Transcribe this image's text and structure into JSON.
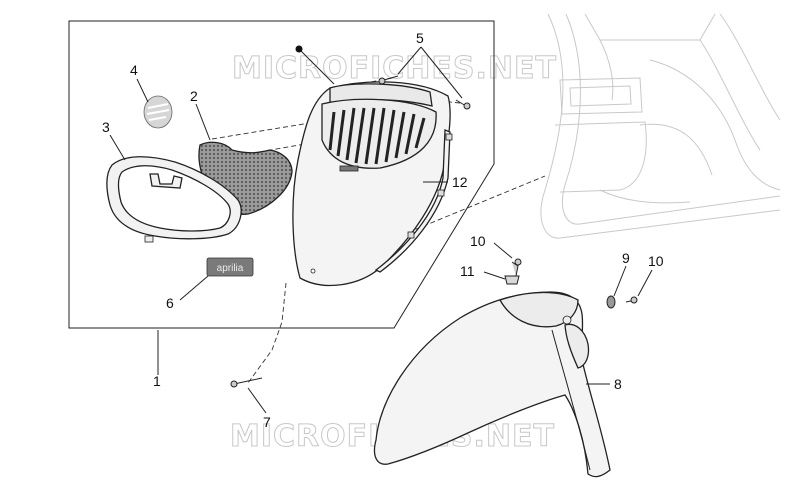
{
  "watermarks": [
    "MICROFICHES.NET",
    "MICROFICHES.NET"
  ],
  "callouts": {
    "c1": "1",
    "c2": "2",
    "c3": "3",
    "c4": "4",
    "c5": "5",
    "c6": "6",
    "c7": "7",
    "c8": "8",
    "c9": "9",
    "c10a": "10",
    "c10b": "10",
    "c11": "11",
    "c12": "12"
  },
  "badge_text": "aprilia",
  "colors": {
    "line": "#222222",
    "part_fill": "#f4f4f4",
    "grid_fill": "#8a8a8a",
    "ghost": "#c9c9c9",
    "watermark": "#c8c8c8"
  }
}
